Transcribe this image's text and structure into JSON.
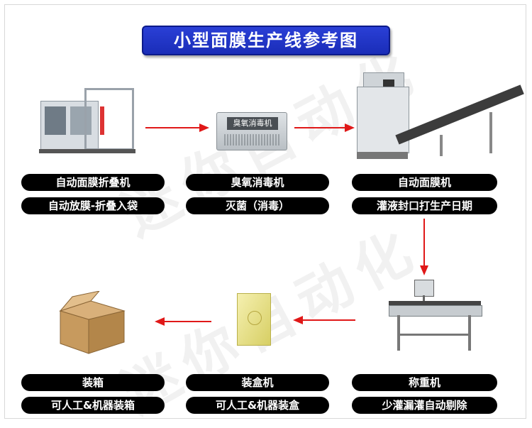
{
  "title": "小型面膜生产线参考图",
  "watermark": "迷你自动化",
  "stations": [
    {
      "name": "自动面膜折叠机",
      "desc": "自动放膜-折叠入袋"
    },
    {
      "name": "臭氧消毒机",
      "desc": "灭菌（消毒）",
      "machine_label": "臭氧消毒机"
    },
    {
      "name": "自动面膜机",
      "desc": "灌液封口打生产日期"
    },
    {
      "name": "称重机",
      "desc": "少灌漏灌自动剔除"
    },
    {
      "name": "装盒机",
      "desc": "可人工&机器装盒"
    },
    {
      "name": "装箱",
      "desc": "可人工&机器装箱"
    }
  ],
  "colors": {
    "title_bg": "#1f33c9",
    "arrow": "#e01818",
    "pill_bg": "#000000"
  }
}
